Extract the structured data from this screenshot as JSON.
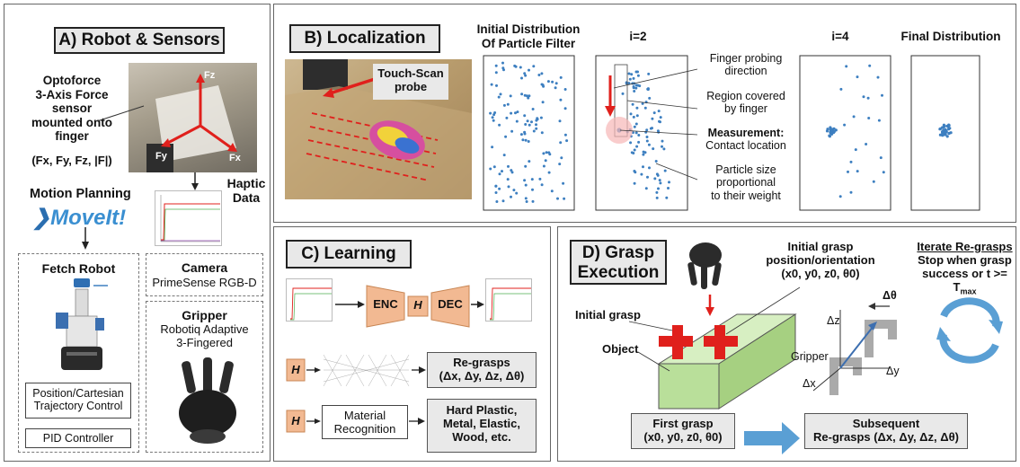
{
  "panel_a": {
    "title": "A) Robot & Sensors",
    "sensor_label": [
      "Optoforce",
      "3-Axis Force",
      "sensor",
      "mounted onto",
      "finger"
    ],
    "force_vector": "(F",
    "force_vector_full": "(Fx, Fy, Fz, |F|)",
    "axis_labels": [
      "Fz",
      "Fx",
      "Fy"
    ],
    "haptic_label": [
      "Haptic",
      "Data"
    ],
    "motion_planning": "Motion Planning",
    "moveit_logo": "MoveIt!",
    "fetch_robot": "Fetch Robot",
    "camera_title": "Camera",
    "camera_model": "PrimeSense RGB-D",
    "gripper_title": "Gripper",
    "gripper_model": [
      "Robotiq Adaptive",
      "3-Fingered"
    ],
    "trajectory_control": [
      "Position/Cartesian",
      "Trajectory Control"
    ],
    "pid_controller": "PID Controller"
  },
  "panel_b": {
    "title": "B) Localization",
    "probe_label": [
      "Touch-Scan",
      "probe"
    ],
    "col_initial": [
      "Initial Distribution",
      "Of Particle Filter"
    ],
    "col_i2": "i=2",
    "col_i4": "i=4",
    "col_final": "Final Distribution",
    "annot_probe_dir": [
      "Finger probing",
      "direction"
    ],
    "annot_region": [
      "Region covered",
      "by finger"
    ],
    "annot_measurement_bold": "Measurement:",
    "annot_measurement": "Contact location",
    "annot_particle_size": [
      "Particle size",
      "proportional",
      "to their weight"
    ]
  },
  "panel_c": {
    "title": "C) Learning",
    "enc": "ENC",
    "h": "H",
    "dec": "DEC",
    "regrasps_title": "Re-grasps",
    "regrasps_vars": "(Δx, Δy, Δz, Δθ)",
    "material": [
      "Material",
      "Recognition"
    ],
    "materials_out": [
      "Hard Plastic,",
      "Metal, Elastic,",
      "Wood, etc."
    ]
  },
  "panel_d": {
    "title": [
      "D) Grasp",
      "Execution"
    ],
    "initial_grasp": "Initial grasp",
    "object": "Object",
    "init_pose": [
      "Initial grasp",
      "position/orientation"
    ],
    "init_pose_vars": "(x0, y0, z0, θ0)",
    "iterate_title": "Iterate Re-grasps",
    "iterate_text": [
      "Stop when grasp",
      "success or t >= T"
    ],
    "iterate_sub": "max",
    "gripper": "Gripper",
    "dtheta": "Δθ",
    "dz": "Δz",
    "dx": "Δx",
    "dy": "Δy",
    "first_grasp": "First grasp",
    "first_grasp_vars": "(x0, y0, z0, θ0)",
    "subsequent": "Subsequent",
    "subsequent_vars": "Re-grasps (Δx, Δy, Δz, Δθ)"
  },
  "colors": {
    "particle": "#3d7fc0",
    "red": "#e0201c",
    "orange": "#f2b992",
    "green": "#b9df9a",
    "blue_arrow": "#5a9fd4"
  }
}
